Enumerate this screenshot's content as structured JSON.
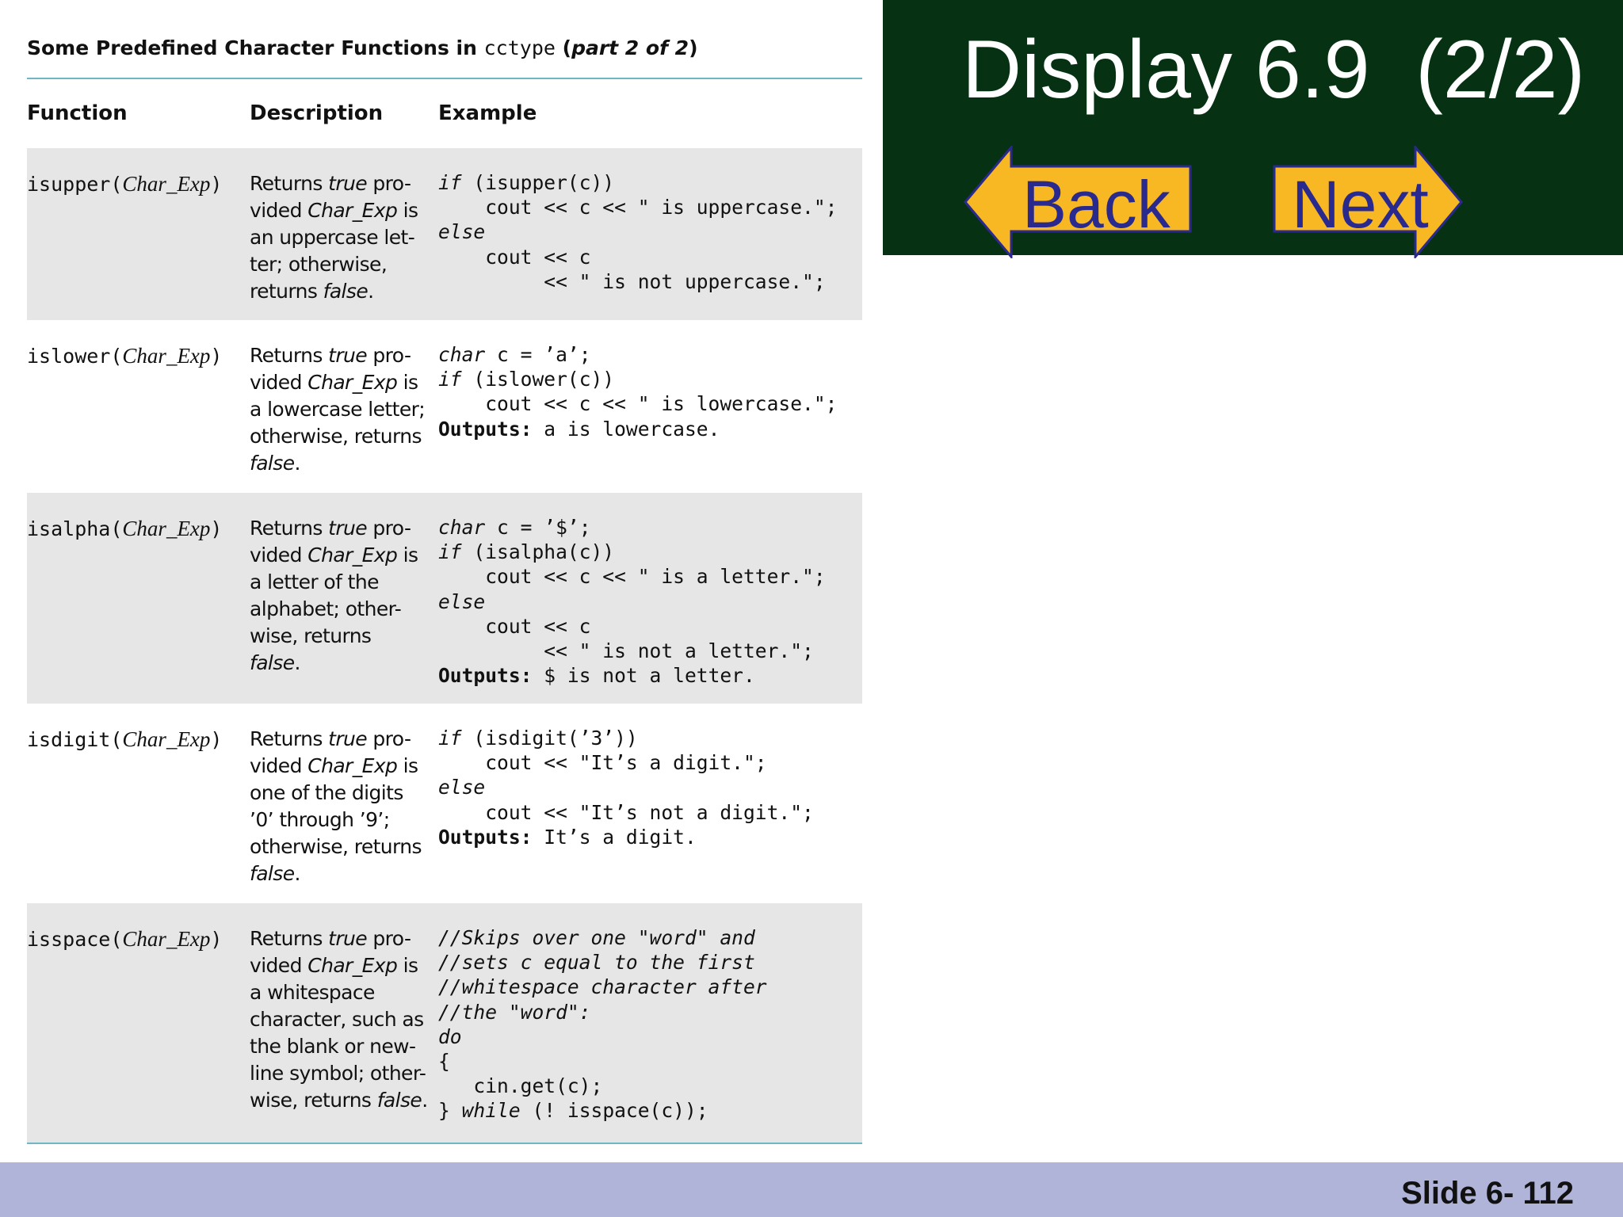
{
  "header": {
    "title": "Display 6.9  (2/2)",
    "back_label": "Back",
    "next_label": "Next",
    "bg_color": "#063213",
    "arrow_color": "#f7b824",
    "arrow_text_color": "#2a2a8e"
  },
  "table": {
    "caption": {
      "prefix": "Some Predefined Character Functions in ",
      "lib": "cctype",
      "open": " (",
      "part": "part 2 of 2",
      "close": ")"
    },
    "headers": {
      "function": "Function",
      "description": "Description",
      "example": "Example"
    },
    "rows": [
      {
        "fn": "isupper(",
        "arg": "Char_Exp",
        "fn_close": ")",
        "desc": [
          [
            {
              "t": "Returns "
            },
            {
              "t": "true",
              "i": true
            },
            {
              "t": " pro-"
            }
          ],
          [
            {
              "t": "vided "
            },
            {
              "t": "Char_Exp",
              "i": true
            },
            {
              "t": " is"
            }
          ],
          [
            {
              "t": "an uppercase let-"
            }
          ],
          [
            {
              "t": "ter; otherwise,"
            }
          ],
          [
            {
              "t": "returns "
            },
            {
              "t": "false",
              "i": true
            },
            {
              "t": "."
            }
          ]
        ],
        "code": [
          [
            {
              "t": "if",
              "i": true
            },
            {
              "t": " (isupper(c))"
            }
          ],
          [
            {
              "t": "    cout << c << \" is uppercase.\";"
            }
          ],
          [
            {
              "t": "else",
              "i": true
            }
          ],
          [
            {
              "t": "    cout << c"
            }
          ],
          [
            {
              "t": "         << \" is not uppercase.\";"
            }
          ]
        ]
      },
      {
        "fn": "islower(",
        "arg": "Char_Exp",
        "fn_close": ")",
        "desc": [
          [
            {
              "t": "Returns "
            },
            {
              "t": "true",
              "i": true
            },
            {
              "t": " pro-"
            }
          ],
          [
            {
              "t": "vided "
            },
            {
              "t": "Char_Exp",
              "i": true
            },
            {
              "t": " is"
            }
          ],
          [
            {
              "t": "a lowercase letter;"
            }
          ],
          [
            {
              "t": "otherwise, returns"
            }
          ],
          [
            {
              "t": "false",
              "i": true
            },
            {
              "t": "."
            }
          ]
        ],
        "code": [
          [
            {
              "t": "char",
              "i": true
            },
            {
              "t": " c = ’a’;"
            }
          ],
          [
            {
              "t": "if",
              "i": true
            },
            {
              "t": " (islower(c))"
            }
          ],
          [
            {
              "t": "    cout << c << \" is lowercase.\";"
            }
          ],
          [
            {
              "t": "Outputs:",
              "b": true
            },
            {
              "t": " a is lowercase."
            }
          ]
        ]
      },
      {
        "fn": "isalpha(",
        "arg": "Char_Exp",
        "fn_close": ")",
        "desc": [
          [
            {
              "t": "Returns "
            },
            {
              "t": "true",
              "i": true
            },
            {
              "t": " pro-"
            }
          ],
          [
            {
              "t": "vided "
            },
            {
              "t": "Char_Exp",
              "i": true
            },
            {
              "t": " is"
            }
          ],
          [
            {
              "t": "a letter of the"
            }
          ],
          [
            {
              "t": "alphabet; other-"
            }
          ],
          [
            {
              "t": "wise, returns"
            }
          ],
          [
            {
              "t": "false",
              "i": true
            },
            {
              "t": "."
            }
          ]
        ],
        "code": [
          [
            {
              "t": "char",
              "i": true
            },
            {
              "t": " c = ’$’;"
            }
          ],
          [
            {
              "t": "if",
              "i": true
            },
            {
              "t": " (isalpha(c))"
            }
          ],
          [
            {
              "t": "    cout << c << \" is a letter.\";"
            }
          ],
          [
            {
              "t": "else",
              "i": true
            }
          ],
          [
            {
              "t": "    cout << c"
            }
          ],
          [
            {
              "t": "         << \" is not a letter.\";"
            }
          ],
          [
            {
              "t": "Outputs:",
              "b": true
            },
            {
              "t": " $ is not a letter."
            }
          ]
        ]
      },
      {
        "fn": "isdigit(",
        "arg": "Char_Exp",
        "fn_close": ")",
        "desc": [
          [
            {
              "t": "Returns "
            },
            {
              "t": "true",
              "i": true
            },
            {
              "t": " pro-"
            }
          ],
          [
            {
              "t": "vided "
            },
            {
              "t": "Char_Exp",
              "i": true
            },
            {
              "t": " is"
            }
          ],
          [
            {
              "t": "one of the digits"
            }
          ],
          [
            {
              "t": "’0’ through ’9’;"
            }
          ],
          [
            {
              "t": "otherwise, returns"
            }
          ],
          [
            {
              "t": "false",
              "i": true
            },
            {
              "t": "."
            }
          ]
        ],
        "code": [
          [
            {
              "t": "if",
              "i": true
            },
            {
              "t": " (isdigit(’3’))"
            }
          ],
          [
            {
              "t": "    cout << \"It’s a digit.\";"
            }
          ],
          [
            {
              "t": "else",
              "i": true
            }
          ],
          [
            {
              "t": "    cout << \"It’s not a digit.\";"
            }
          ],
          [
            {
              "t": "Outputs:",
              "b": true
            },
            {
              "t": " It’s a digit."
            }
          ]
        ]
      },
      {
        "fn": "isspace(",
        "arg": "Char_Exp",
        "fn_close": ")",
        "desc": [
          [
            {
              "t": "Returns "
            },
            {
              "t": "true",
              "i": true
            },
            {
              "t": " pro-"
            }
          ],
          [
            {
              "t": "vided "
            },
            {
              "t": "Char_Exp",
              "i": true
            },
            {
              "t": " is"
            }
          ],
          [
            {
              "t": "a whitespace"
            }
          ],
          [
            {
              "t": "character, such as"
            }
          ],
          [
            {
              "t": "the blank or new-"
            }
          ],
          [
            {
              "t": "line symbol; other-"
            }
          ],
          [
            {
              "t": "wise, returns "
            },
            {
              "t": "false",
              "i": true
            },
            {
              "t": "."
            }
          ]
        ],
        "code": [
          [
            {
              "t": "//Skips over one \"word\" and",
              "i": true
            }
          ],
          [
            {
              "t": "//sets c equal to the first",
              "i": true
            }
          ],
          [
            {
              "t": "//whitespace character after",
              "i": true
            }
          ],
          [
            {
              "t": "//the \"word\":",
              "i": true
            }
          ],
          [
            {
              "t": "do",
              "i": true
            }
          ],
          [
            {
              "t": "{"
            }
          ],
          [
            {
              "t": "   cin.get(c);"
            }
          ],
          [
            {
              "t": "} "
            },
            {
              "t": "while",
              "i": true
            },
            {
              "t": " (! isspace(c));"
            }
          ]
        ]
      }
    ]
  },
  "footer": {
    "slide_label": "Slide 6- 112"
  }
}
